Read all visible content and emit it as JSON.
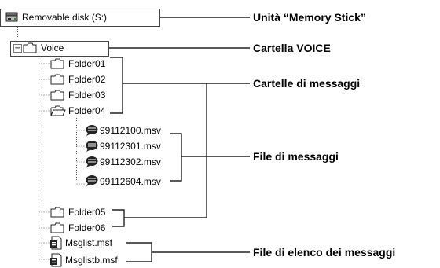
{
  "tree": {
    "drive": "Removable disk (S:)",
    "voice": "Voice",
    "folders_top": [
      "Folder01",
      "Folder02",
      "Folder03",
      "Folder04"
    ],
    "files": [
      "99112100.msv",
      "99112301.msv",
      "99112302.msv",
      "99112604.msv"
    ],
    "folders_bottom": [
      "Folder05",
      "Folder06"
    ],
    "lists": [
      "Msglist.msf",
      "Msglistb.msf"
    ],
    "expander_symbol": "−"
  },
  "callouts": {
    "drive": "Unità “Memory Stick”",
    "voice": "Cartella VOICE",
    "folders": "Cartelle di messaggi",
    "files": "File di messaggi",
    "lists": "File di elenco dei messaggi"
  },
  "icons": {
    "drive": "removable-disk-icon",
    "folder": "folder-icon",
    "open_folder": "open-folder-icon",
    "message": "message-file-icon",
    "list": "message-list-file-icon"
  }
}
